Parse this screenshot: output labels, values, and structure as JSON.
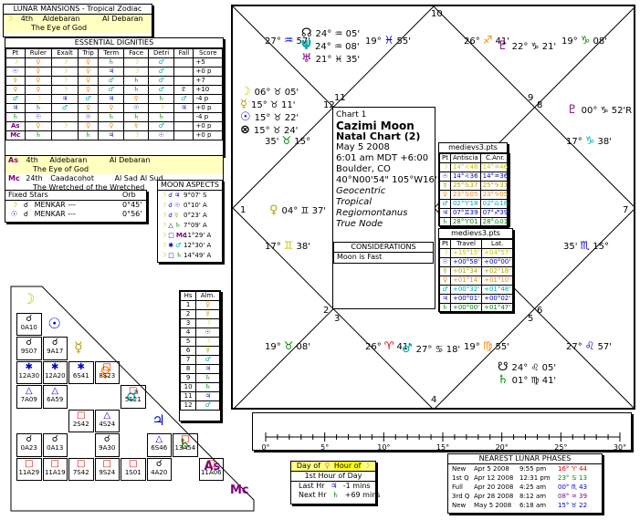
{
  "lunar_mansions": {
    "title": "LUNAR MANSIONS - Tropical Zodiac",
    "rows": [
      {
        "glyph": "☽",
        "num": "4th",
        "name": "Aldebaran",
        "alt": "Al Debaran"
      },
      {
        "glyph": "",
        "num": "",
        "name": "The Eye of God",
        "alt": ""
      }
    ],
    "rows2": [
      {
        "glyph": "As",
        "num": "4th",
        "name": "Aldebaran",
        "alt": "Al Debaran"
      },
      {
        "glyph": "",
        "num": "",
        "name": "The Eye of God",
        "alt": ""
      },
      {
        "glyph": "Mc",
        "num": "24th",
        "name": "Caadacohot",
        "alt": "Al Sad Al Sud"
      },
      {
        "glyph": "",
        "num": "",
        "name": "The Wretched of the Wretched",
        "alt": ""
      }
    ]
  },
  "dignities": {
    "title": "ESSENTIAL DIGNITIES",
    "headers": [
      "Pt",
      "Ruler",
      "Exalt",
      "Trip",
      "Term",
      "Face",
      "Detri",
      "Fall",
      "Score"
    ],
    "rows": [
      [
        "☽",
        "♀",
        "☽",
        "♀",
        "♄",
        "☽",
        "♂",
        "",
        "+5"
      ],
      [
        "☉",
        "♀",
        "☽",
        "♀",
        "♃",
        "☽",
        "♂",
        "",
        "+0 p"
      ],
      [
        "☿",
        "♀",
        "☽",
        "♀",
        "♂",
        "♄",
        "♂",
        "",
        "+7"
      ],
      [
        "♀",
        "♀",
        "☽",
        "♀",
        "♂",
        "♄",
        "♂",
        "♇",
        "+10"
      ],
      [
        "♂",
        "☽",
        "♃",
        "♂",
        "♃",
        "♀",
        "♄",
        "♂",
        "-4 p"
      ],
      [
        "♃",
        "♄",
        "♂",
        "♀",
        "♀",
        "☉",
        "☽",
        "♃",
        "+0 p"
      ],
      [
        "♄",
        "☉",
        "",
        "☉",
        "♄",
        "♄",
        "♄",
        "",
        "-4 p"
      ],
      [
        "As",
        "♀",
        "☽",
        "♀",
        "♀",
        "☿",
        "♂",
        "",
        "+0 p"
      ],
      [
        "Mc",
        "♄",
        "",
        "♄",
        "♃",
        "☽",
        "☉",
        "",
        "+0 p"
      ]
    ]
  },
  "fixed_stars": {
    "title": "Fixed Stars",
    "orb_label": "Orb",
    "rows": [
      {
        "a": "☽",
        "asp": "☌",
        "name": "MENKAR ---",
        "orb": "0°45'"
      },
      {
        "a": "☉",
        "asp": "☌",
        "name": "MENKAR ---",
        "orb": "0°56'"
      }
    ]
  },
  "moon_aspects": {
    "title": "MOON ASPECTS",
    "rows": [
      {
        "a": "☽",
        "asp": "☌",
        "b": "♃",
        "orb": "9°07' S"
      },
      {
        "a": "☽",
        "asp": "☌",
        "b": "☉",
        "orb": "0°10' A"
      },
      {
        "a": "☽",
        "asp": "☌",
        "b": "☿",
        "orb": "0°23' A"
      },
      {
        "a": "☽",
        "asp": "△",
        "b": "♄",
        "orb": "7°09' A"
      },
      {
        "a": "☽",
        "asp": "□",
        "b": "Mc",
        "orb": "11°29' A"
      },
      {
        "a": "☽",
        "asp": "✱",
        "b": "♂",
        "orb": "12°30' A"
      },
      {
        "a": "☽",
        "asp": "□",
        "b": "♄",
        "orb": "14°49' A"
      }
    ]
  },
  "almuten": {
    "headers": [
      "Hs",
      "Alm."
    ],
    "rows": [
      [
        "1",
        "♀"
      ],
      [
        "2",
        "☿"
      ],
      [
        "3",
        "☽"
      ],
      [
        "4",
        "☉"
      ],
      [
        "5",
        "☽"
      ],
      [
        "6",
        "☿"
      ],
      [
        "7",
        "♂"
      ],
      [
        "8",
        "♃"
      ],
      [
        "9",
        "♄"
      ],
      [
        "10",
        "♄"
      ],
      [
        "11",
        "♃"
      ],
      [
        "12",
        "♂"
      ]
    ]
  },
  "aspect_grid": {
    "planets": [
      "☽",
      "☉",
      "☿",
      "♀",
      "♂",
      "♃",
      "♄",
      "As",
      "Mc"
    ],
    "cells": [
      {
        "r": 1,
        "c": 0,
        "sym": "☌",
        "txt": "0A10"
      },
      {
        "r": 2,
        "c": 0,
        "sym": "☌",
        "txt": "9S07"
      },
      {
        "r": 2,
        "c": 1,
        "sym": "☌",
        "txt": "9A17"
      },
      {
        "r": 3,
        "c": 0,
        "sym": "✱",
        "txt": "12A30"
      },
      {
        "r": 3,
        "c": 1,
        "sym": "✱",
        "txt": "12A20"
      },
      {
        "r": 3,
        "c": 2,
        "sym": "✱",
        "txt": "6S41"
      },
      {
        "r": 3,
        "c": 3,
        "sym": "□",
        "txt": "8S23"
      },
      {
        "r": 4,
        "c": 0,
        "sym": "△",
        "txt": "7A09"
      },
      {
        "r": 4,
        "c": 1,
        "sym": "△",
        "txt": "6A59"
      },
      {
        "r": 4,
        "c": 4,
        "sym": "□",
        "txt": "5S21"
      },
      {
        "r": 5,
        "c": 2,
        "sym": "□",
        "txt": "2S42"
      },
      {
        "r": 5,
        "c": 3,
        "sym": "△",
        "txt": "4S24"
      },
      {
        "r": 6,
        "c": 0,
        "sym": "☌",
        "txt": "0A23"
      },
      {
        "r": 6,
        "c": 1,
        "sym": "☌",
        "txt": "0A13"
      },
      {
        "r": 6,
        "c": 3,
        "sym": "☌",
        "txt": "9A30"
      },
      {
        "r": 6,
        "c": 5,
        "sym": "△",
        "txt": "6S46"
      },
      {
        "r": 6,
        "c": 6,
        "sym": "□",
        "txt": "13A54"
      },
      {
        "r": 7,
        "c": 0,
        "sym": "□",
        "txt": "11A29"
      },
      {
        "r": 7,
        "c": 1,
        "sym": "□",
        "txt": "11A19"
      },
      {
        "r": 7,
        "c": 2,
        "sym": "□",
        "txt": "7S42"
      },
      {
        "r": 7,
        "c": 3,
        "sym": "□",
        "txt": "9S24"
      },
      {
        "r": 7,
        "c": 4,
        "sym": "□",
        "txt": "1S01"
      },
      {
        "r": 7,
        "c": 5,
        "sym": "☌",
        "txt": "4A20"
      },
      {
        "r": 7,
        "c": 7,
        "sym": "□",
        "txt": "11A06"
      }
    ]
  },
  "chart_info": {
    "lines": [
      "Chart 1",
      "Cazimi Moon",
      "Natal Chart (2)",
      "May 5 2008",
      "6:01 am  MDT +6:00",
      "Boulder, CO",
      "40°N00'54\" 105°W16'12\"",
      "Geocentric",
      "Tropical",
      "Regiomontanus",
      "True Node"
    ]
  },
  "considerations": {
    "title": "CONSIDERATIONS",
    "text": "Moon is Fast"
  },
  "antiscia": {
    "title": "medievs3.pts",
    "headers": [
      "Pt",
      "Antiscia",
      "C.Anr."
    ],
    "rows": [
      [
        "☽",
        "14°♌46",
        "14°♒46"
      ],
      [
        "☉",
        "14°♌36",
        "14°♒36"
      ],
      [
        "☿",
        "25°♋37",
        "25°♑37"
      ],
      [
        "♀",
        "23°♋05",
        "23°♑05"
      ],
      [
        "♂",
        "02°♈18",
        "02°♎18"
      ],
      [
        "♃",
        "07°♊39",
        "07°♐39"
      ],
      [
        "♄",
        "28°♈01",
        "28°♎01"
      ]
    ]
  },
  "travel": {
    "title": "medievs3.pts",
    "headers": [
      "Pt",
      "Travel",
      "Lat."
    ],
    "rows": [
      [
        "☽",
        "+15°15'",
        "+04°57'"
      ],
      [
        "☉",
        "+00°58'",
        "+00°00'"
      ],
      [
        "☿",
        "+01°34'",
        "+02°18'"
      ],
      [
        "♀",
        "+01°14'",
        "+01°10'"
      ],
      [
        "♂",
        "+00°32'",
        "+01°48'"
      ],
      [
        "♃",
        "+00°01'",
        "+00°02'"
      ],
      [
        "♄",
        "+00°00'",
        "+01°47'"
      ]
    ]
  },
  "wheel": {
    "house_numbers": [
      "1",
      "2",
      "3",
      "4",
      "5",
      "6",
      "7",
      "8",
      "9",
      "10",
      "11",
      "12"
    ],
    "cusps": [
      {
        "deg": "27°",
        "sign": "♒",
        "min": "57'"
      },
      {
        "deg": "19°",
        "sign": "♓",
        "min": "55'"
      },
      {
        "deg": "26°",
        "sign": "♐",
        "min": "41'"
      },
      {
        "deg": "19°",
        "sign": "♑",
        "min": "08'"
      },
      {
        "deg": "17°",
        "sign": "♑",
        "min": "38'"
      },
      {
        "deg": "35'",
        "sign": "♏",
        "min": "15°"
      },
      {
        "deg": "27°",
        "sign": "♌",
        "min": "57'"
      },
      {
        "deg": "19°",
        "sign": "♍",
        "min": "55'"
      },
      {
        "deg": "26°",
        "sign": "♈",
        "min": "41'"
      },
      {
        "deg": "19°",
        "sign": "♉",
        "min": "08'"
      },
      {
        "deg": "17°",
        "sign": "♊",
        "min": "38'"
      },
      {
        "deg": "35'",
        "sign": "♉",
        "min": "15°"
      }
    ],
    "planets": [
      {
        "g": "☊",
        "txt": "24° ♒ 05'"
      },
      {
        "g": "Ψ",
        "txt": "24° ♒ 08'"
      },
      {
        "g": "♅",
        "txt": "21° ♓ 35'"
      },
      {
        "g": "♇",
        "txt": "22° ♑ 21'"
      },
      {
        "g": "♇",
        "txt": "00° ♑ 52'R"
      },
      {
        "g": "☽",
        "txt": "06° ♉ 05'"
      },
      {
        "g": "☿",
        "txt": "15° ♉ 11'"
      },
      {
        "g": "☉",
        "txt": "15° ♉ 22'"
      },
      {
        "g": "⊗",
        "txt": "15° ♉ 24'"
      },
      {
        "g": "♀",
        "txt": "04° ♊ 37'"
      },
      {
        "g": "♂",
        "txt": "27° ♋ 18'"
      },
      {
        "g": "☋",
        "txt": "24° ♌ 05'"
      },
      {
        "g": "♄",
        "txt": "01° ♍ 41'"
      }
    ]
  },
  "scale": {
    "ticks": [
      "0°",
      "5°",
      "10°",
      "15°",
      "20°",
      "25°",
      "30°"
    ]
  },
  "planetary_hour": {
    "rows": [
      {
        "label": "Day of",
        "val": "♀",
        "label2": "Hour of",
        "val2": "☽"
      },
      {
        "label": "1st Hour of Day",
        "val": "",
        "label2": "",
        "val2": ""
      },
      {
        "label": "Last Hr",
        "val": "♃",
        "label2": "-1 mins",
        "val2": ""
      },
      {
        "label": "Next Hr",
        "val": "♄",
        "label2": "+69 mins",
        "val2": ""
      }
    ]
  },
  "lunar_phases": {
    "title": "NEAREST LUNAR PHASES",
    "rows": [
      [
        "New",
        "Apr 5 2008",
        "9:55 pm",
        "16° ♈ 44"
      ],
      [
        "1st Q",
        "Apr 12 2008",
        "12:31 pm",
        "23° ♋ 13"
      ],
      [
        "Full",
        "Apr 20 2008",
        "4:25 am",
        "00° ♏ 43"
      ],
      [
        "3rd Q",
        "Apr 28 2008",
        "8:12 am",
        "08° ♒ 39"
      ],
      [
        "New",
        "May 5 2008",
        "6:18 am",
        "15° ♉ 22"
      ]
    ]
  }
}
